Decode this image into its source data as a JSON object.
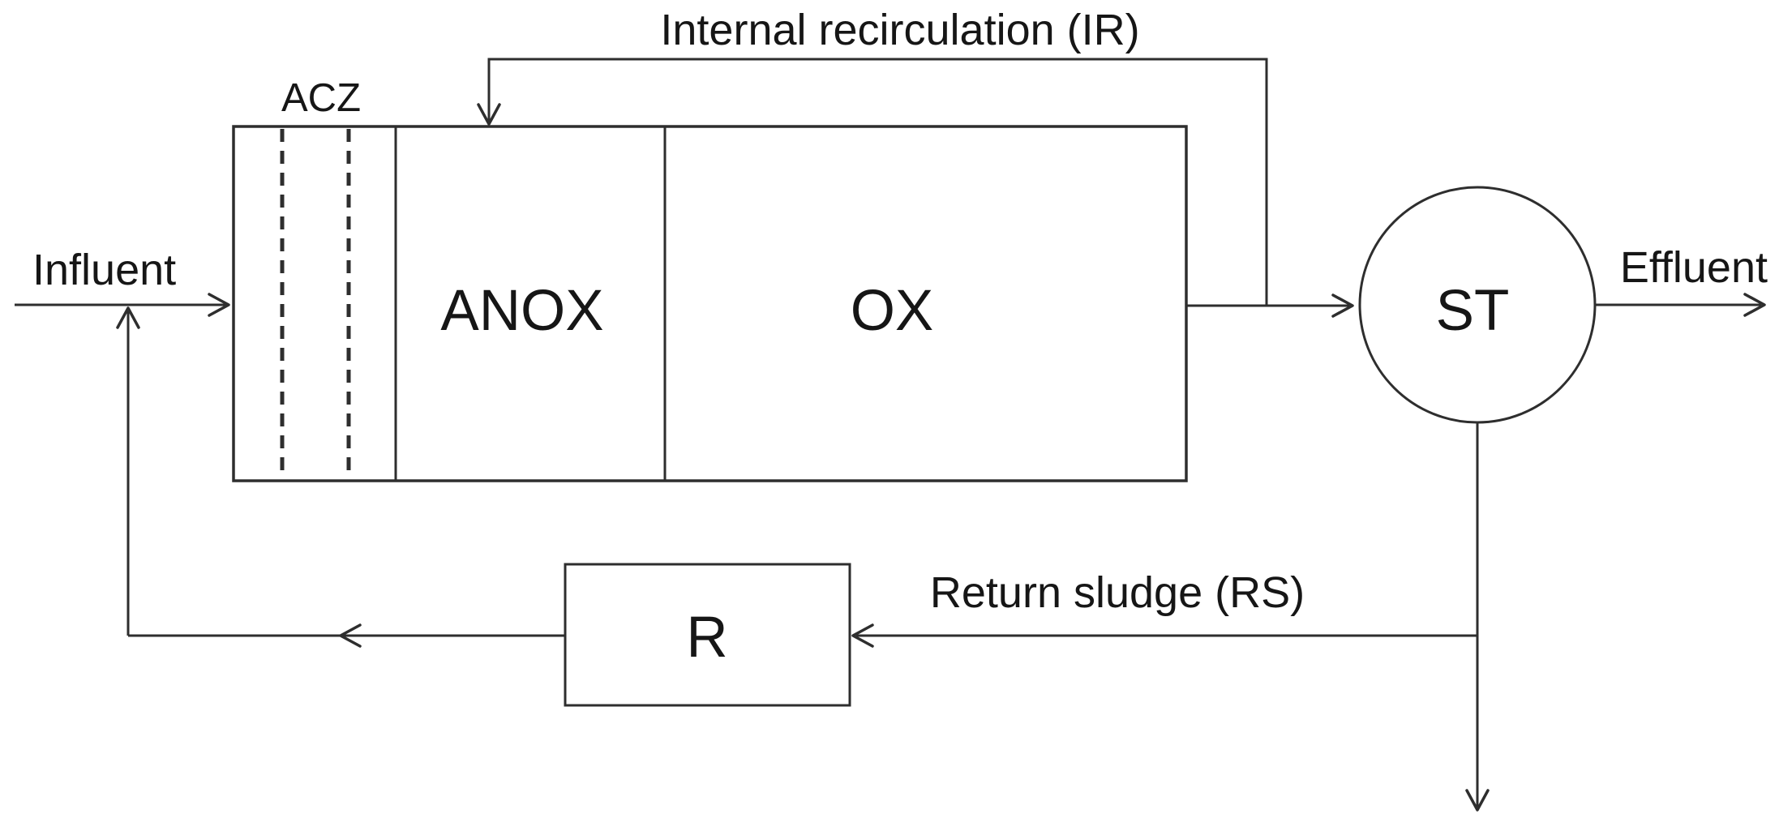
{
  "colors": {
    "line": "#2e2e2e",
    "text": "#161616",
    "background": "#ffffff"
  },
  "diagram": {
    "labels": {
      "internal_recirculation": "Internal recirculation (IR)",
      "acz": "ACZ",
      "anox": "ANOX",
      "ox": "OX",
      "influent": "Influent",
      "effluent": "Effluent",
      "settling_tank": "ST",
      "recirculation_pump": "R",
      "return_sludge": "Return sludge (RS)"
    }
  }
}
